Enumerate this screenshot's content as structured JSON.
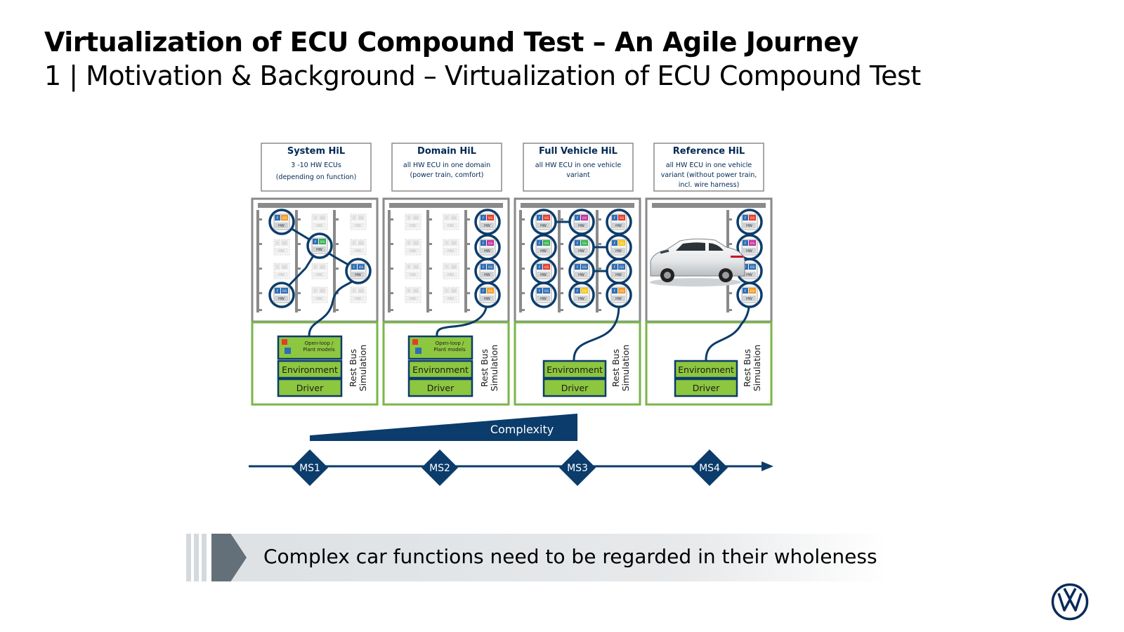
{
  "title": "Virtualization of ECU Compound Test – An Agile Journey",
  "subtitle": "1 | Motivation & Background – Virtualization of ECU Compound Test",
  "stages": [
    {
      "name": "System HiL",
      "desc": [
        "3 -10 HW ECUs",
        "(depending on function)"
      ],
      "models": true
    },
    {
      "name": "Domain HiL",
      "desc": [
        "all HW ECU in one domain",
        "(power train, comfort)"
      ],
      "models": true
    },
    {
      "name": "Full Vehicle HiL",
      "desc": [
        "all HW ECU in one vehicle",
        "variant"
      ],
      "models": false
    },
    {
      "name": "Reference HiL",
      "desc": [
        "all HW ECU in one vehicle",
        "variant (without power train,",
        "incl. wire harness)"
      ],
      "models": false
    }
  ],
  "ecu_labels": {
    "f": "F",
    "os": "OS",
    "hw": "HW"
  },
  "sim_labels": {
    "models": "Open-loop / Plant models",
    "environment": "Environment",
    "driver": "Driver",
    "rest_bus": [
      "Rest Bus",
      "Simulation"
    ]
  },
  "complexity_label": "Complexity",
  "milestones": [
    "MS1",
    "MS2",
    "MS3",
    "MS4"
  ],
  "banner_text": "Complex car functions need to be regarded in their wholeness",
  "colors": {
    "navy": "#0b3c6b",
    "green": "#7ab648",
    "green_fill": "#8dc63f",
    "gray": "#8a8a8a",
    "dark": "#002855"
  },
  "icons": {
    "car": "car-image",
    "logo": "volkswagen-logo-icon"
  }
}
